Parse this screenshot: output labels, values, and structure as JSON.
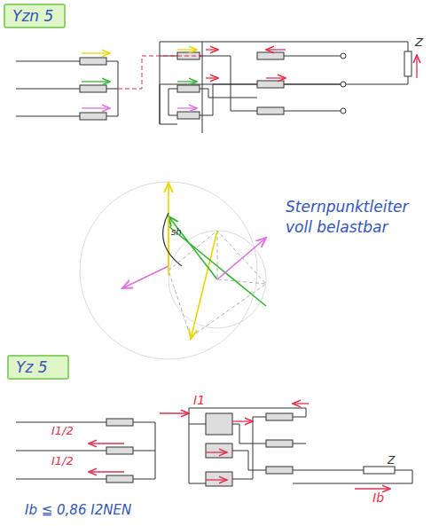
{
  "diagram": {
    "nodes": [
      {
        "text": [
          "Yzn 5"
        ]
      },
      {
        "text": [
          "Yz 5"
        ]
      }
    ],
    "labels": [
      "Z",
      "sh",
      "Sternpunktleiter voll belastbar",
      "I1",
      "I1/2",
      "I1/2",
      "Z",
      "Ib",
      "Ib ≦ 0,86 I2NEN"
    ]
  }
}
